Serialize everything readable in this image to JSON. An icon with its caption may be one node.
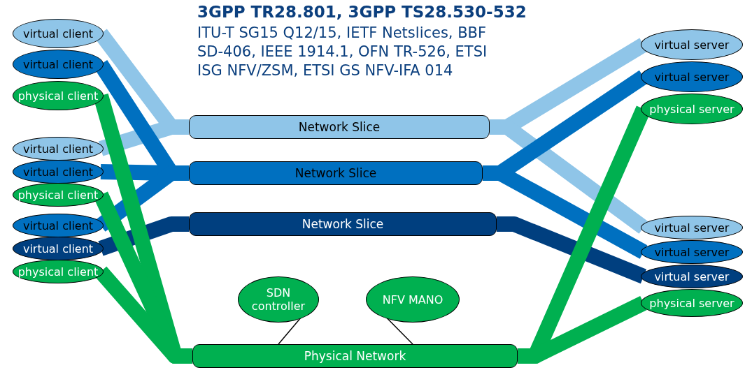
{
  "diagram": {
    "title": "3GPP TR28.801, 3GPP TS28.530-532",
    "nodes": [
      {
        "text": [
          "virtual client"
        ]
      },
      {
        "text": [
          "virtual client"
        ]
      },
      {
        "text": [
          "physical client"
        ]
      },
      {
        "text": [
          "virtual client"
        ]
      },
      {
        "text": [
          "virtual client"
        ]
      },
      {
        "text": [
          "physical client"
        ]
      },
      {
        "text": [
          "virtual client"
        ]
      },
      {
        "text": [
          "virtual client"
        ]
      },
      {
        "text": [
          "physical client"
        ]
      },
      {
        "text": [
          "Network Slice"
        ]
      },
      {
        "text": [
          "Network Slice"
        ]
      },
      {
        "text": [
          "Network Slice"
        ]
      },
      {
        "text": [
          "Physical Network"
        ]
      },
      {
        "text": [
          "SDN controller"
        ]
      },
      {
        "text": [
          "NFV MANO"
        ]
      },
      {
        "text": [
          "virtual server"
        ]
      },
      {
        "text": [
          "virtual server"
        ]
      },
      {
        "text": [
          "physical server"
        ]
      },
      {
        "text": [
          "virtual server"
        ]
      },
      {
        "text": [
          "virtual server"
        ]
      },
      {
        "text": [
          "virtual server"
        ]
      },
      {
        "text": [
          "physical server"
        ]
      }
    ],
    "edges": [
      {
        "from": 0,
        "to": 9,
        "arrow": "none",
        "color": "#8fc5e8"
      },
      {
        "from": 3,
        "to": 9,
        "arrow": "none",
        "color": "#8fc5e8"
      },
      {
        "from": 9,
        "to": 15,
        "arrow": "none",
        "color": "#8fc5e8"
      },
      {
        "from": 9,
        "to": 18,
        "arrow": "none",
        "color": "#8fc5e8"
      },
      {
        "from": 1,
        "to": 10,
        "arrow": "none",
        "color": "#0070c0"
      },
      {
        "from": 4,
        "to": 10,
        "arrow": "none",
        "color": "#0070c0"
      },
      {
        "from": 6,
        "to": 10,
        "arrow": "none",
        "color": "#0070c0"
      },
      {
        "from": 10,
        "to": 16,
        "arrow": "none",
        "color": "#0070c0"
      },
      {
        "from": 10,
        "to": 19,
        "arrow": "none",
        "color": "#0070c0"
      },
      {
        "from": 7,
        "to": 11,
        "arrow": "none",
        "color": "#003f7f"
      },
      {
        "from": 11,
        "to": 20,
        "arrow": "none",
        "color": "#003f7f"
      },
      {
        "from": 2,
        "to": 12,
        "arrow": "none",
        "color": "#00b050"
      },
      {
        "from": 5,
        "to": 12,
        "arrow": "none",
        "color": "#00b050"
      },
      {
        "from": 8,
        "to": 12,
        "arrow": "none",
        "color": "#00b050"
      },
      {
        "from": 12,
        "to": 17,
        "arrow": "none",
        "color": "#00b050"
      },
      {
        "from": 12,
        "to": 21,
        "arrow": "none",
        "color": "#00b050"
      },
      {
        "from": 13,
        "to": 12,
        "arrow": "none",
        "color": "#000000"
      },
      {
        "from": 14,
        "to": 12,
        "arrow": "none",
        "color": "#000000"
      }
    ],
    "labels": [
      "ITU-T SG15 Q12/15, IETF Netslices, BBF SD-406, IEEE 1914.1, OFN TR-526, ETSI ISG NFV/ZSM, ETSI GS NFV-IFA 014"
    ]
  }
}
